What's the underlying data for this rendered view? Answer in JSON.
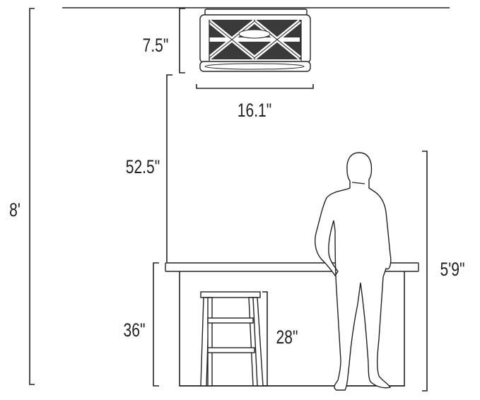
{
  "dimensions": {
    "ceiling_height": "8'",
    "fan_height": "7.5\"",
    "fan_width": "16.1\"",
    "fan_clearance": "52.5\"",
    "counter_height": "36\"",
    "stool_height": "28\"",
    "person_height": "5'9\""
  },
  "colors": {
    "line": "#222222",
    "background": "#ffffff"
  },
  "icons": {
    "fan": "ceiling-fan-icon",
    "person": "person-silhouette-icon",
    "stool": "bar-stool-icon",
    "counter": "kitchen-island-icon"
  }
}
